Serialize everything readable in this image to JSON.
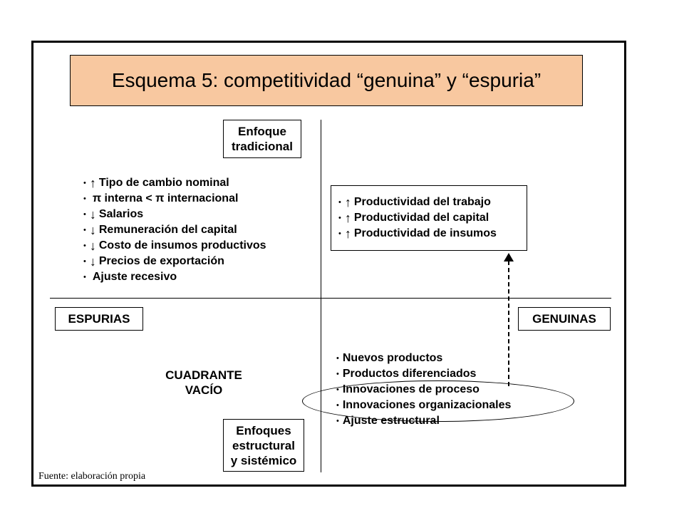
{
  "title": "Esquema 5: competitividad “genuina” y “espuria”",
  "boxes": {
    "enfoque_tradicional": [
      "Enfoque",
      "tradicional"
    ],
    "espurias": "ESPURIAS",
    "genuinas": "GENUINAS",
    "enfoques_estructural": [
      "Enfoques",
      "estructural",
      "y sistémico"
    ]
  },
  "quadrant_empty": [
    "CUADRANTE",
    "VACÍO"
  ],
  "spurious_list": [
    {
      "arrow": "↑",
      "text": "Tipo de cambio nominal"
    },
    {
      "arrow": "",
      "text": "π interna < π internacional"
    },
    {
      "arrow": "↓",
      "text": "Salarios"
    },
    {
      "arrow": "↓",
      "text": "Remuneración del capital"
    },
    {
      "arrow": "↓",
      "text": "Costo de insumos productivos"
    },
    {
      "arrow": "↓",
      "text": "Precios de exportación"
    },
    {
      "arrow": "",
      "text": "Ajuste recesivo"
    }
  ],
  "productivity_list": [
    {
      "arrow": "↑",
      "text": "Productividad del trabajo"
    },
    {
      "arrow": "↑",
      "text": "Productividad del capital"
    },
    {
      "arrow": "↑",
      "text": "Productividad de insumos"
    }
  ],
  "genuine_list": [
    "Nuevos productos",
    "Productos diferenciados",
    "Innovaciones de proceso",
    "Innovaciones organizacionales",
    "Ajuste estructural"
  ],
  "source": "Fuente: elaboración propia",
  "colors": {
    "title_bg": "#f8c8a0"
  }
}
